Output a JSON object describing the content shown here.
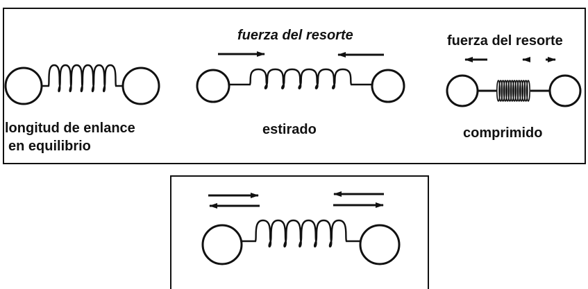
{
  "figure": {
    "equilibrium": {
      "caption_line1": "longitud de enlance",
      "caption_line2": "en equilibrio"
    },
    "stretched": {
      "force_label": "fuerza del resorte",
      "caption": "estirado"
    },
    "compressed": {
      "force_label": "fuerza del resorte",
      "caption": "comprimido"
    }
  },
  "colors": {
    "ink": "#111111",
    "background": "#ffffff"
  }
}
